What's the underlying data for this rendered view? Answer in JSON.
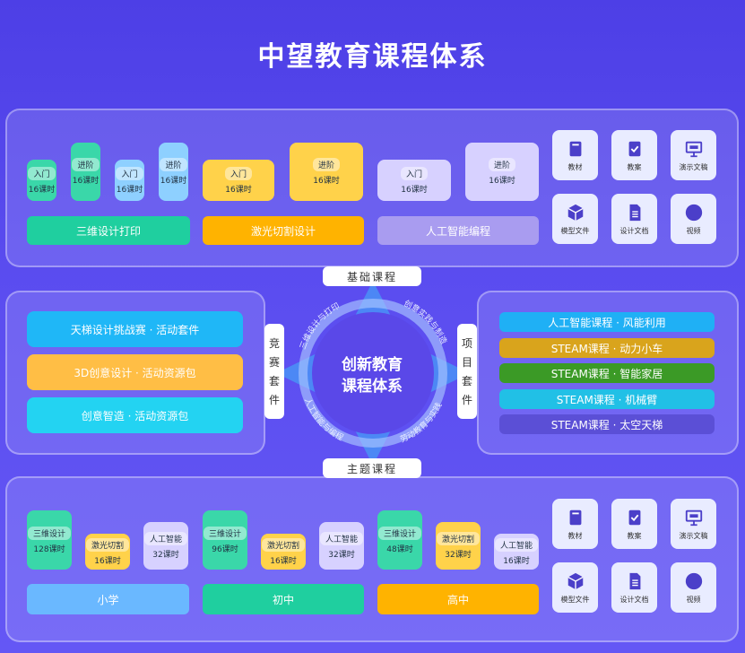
{
  "title": "中望教育课程体系",
  "top": {
    "groups": [
      {
        "name": "三维设计打印",
        "color": "#1fcf9f",
        "items": [
          {
            "level": "入门",
            "hours": "16课时"
          },
          {
            "level": "进阶",
            "hours": "16课时"
          },
          {
            "level": "入门",
            "hours": "16课时"
          },
          {
            "level": "进阶",
            "hours": "16课时"
          }
        ]
      },
      {
        "name": "激光切割设计",
        "color": "#ffb300",
        "items": [
          {
            "level": "入门",
            "hours": "16课时"
          },
          {
            "level": "进阶",
            "hours": "16课时"
          }
        ]
      },
      {
        "name": "人工智能编程",
        "color": "#a99cf0",
        "items": [
          {
            "level": "入门",
            "hours": "16课时"
          },
          {
            "level": "进阶",
            "hours": "16课时"
          }
        ]
      }
    ]
  },
  "resources": [
    "教材",
    "教案",
    "演示文稿",
    "模型文件",
    "设计文档",
    "视频"
  ],
  "bottom_resources": [
    "教材",
    "教案",
    "演示文稿",
    "模型文件",
    "设计文档",
    "视频"
  ],
  "labels": {
    "top": "基础课程",
    "bottom": "主题课程",
    "left": [
      "竞",
      "赛",
      "套",
      "件"
    ],
    "right": [
      "项",
      "目",
      "套",
      "件"
    ]
  },
  "center": {
    "line1": "创新教育",
    "line2": "课程体系",
    "arc_tl": "三维设计与打印",
    "arc_tr": "创意实践与制造",
    "arc_bl": "人工智能与编程",
    "arc_br": "劳动教育与实践"
  },
  "left_kits": [
    {
      "label": "天梯设计挑战赛 · 活动套件",
      "color": "#1fb7f7"
    },
    {
      "label": "3D创意设计 · 活动资源包",
      "color": "#ffbe45"
    },
    {
      "label": "创意智造 · 活动资源包",
      "color": "#23d3f2"
    }
  ],
  "right_kits": [
    {
      "label": "人工智能课程 · 风能利用",
      "color": "#1fb0f5"
    },
    {
      "label": "STEAM课程 · 动力小车",
      "color": "#d9a41c"
    },
    {
      "label": "STEAM课程 · 智能家居",
      "color": "#3b9a26"
    },
    {
      "label": "STEAM课程 · 机械臂",
      "color": "#21c0e6"
    },
    {
      "label": "STEAM课程 · 太空天梯",
      "color": "#5b4fd6"
    }
  ],
  "bottom": {
    "stages": [
      {
        "name": "小学",
        "color": "#6ab8ff",
        "items": [
          {
            "course": "三维设计",
            "hours": "128课时"
          },
          {
            "course": "激光切割",
            "hours": "16课时"
          },
          {
            "course": "人工智能",
            "hours": "32课时"
          }
        ]
      },
      {
        "name": "初中",
        "color": "#1fcf9f",
        "items": [
          {
            "course": "三维设计",
            "hours": "96课时"
          },
          {
            "course": "激光切割",
            "hours": "16课时"
          },
          {
            "course": "人工智能",
            "hours": "32课时"
          }
        ]
      },
      {
        "name": "高中",
        "color": "#ffb300",
        "items": [
          {
            "course": "三维设计",
            "hours": "48课时"
          },
          {
            "course": "激光切割",
            "hours": "32课时"
          },
          {
            "course": "人工智能",
            "hours": "16课时"
          }
        ]
      }
    ]
  }
}
